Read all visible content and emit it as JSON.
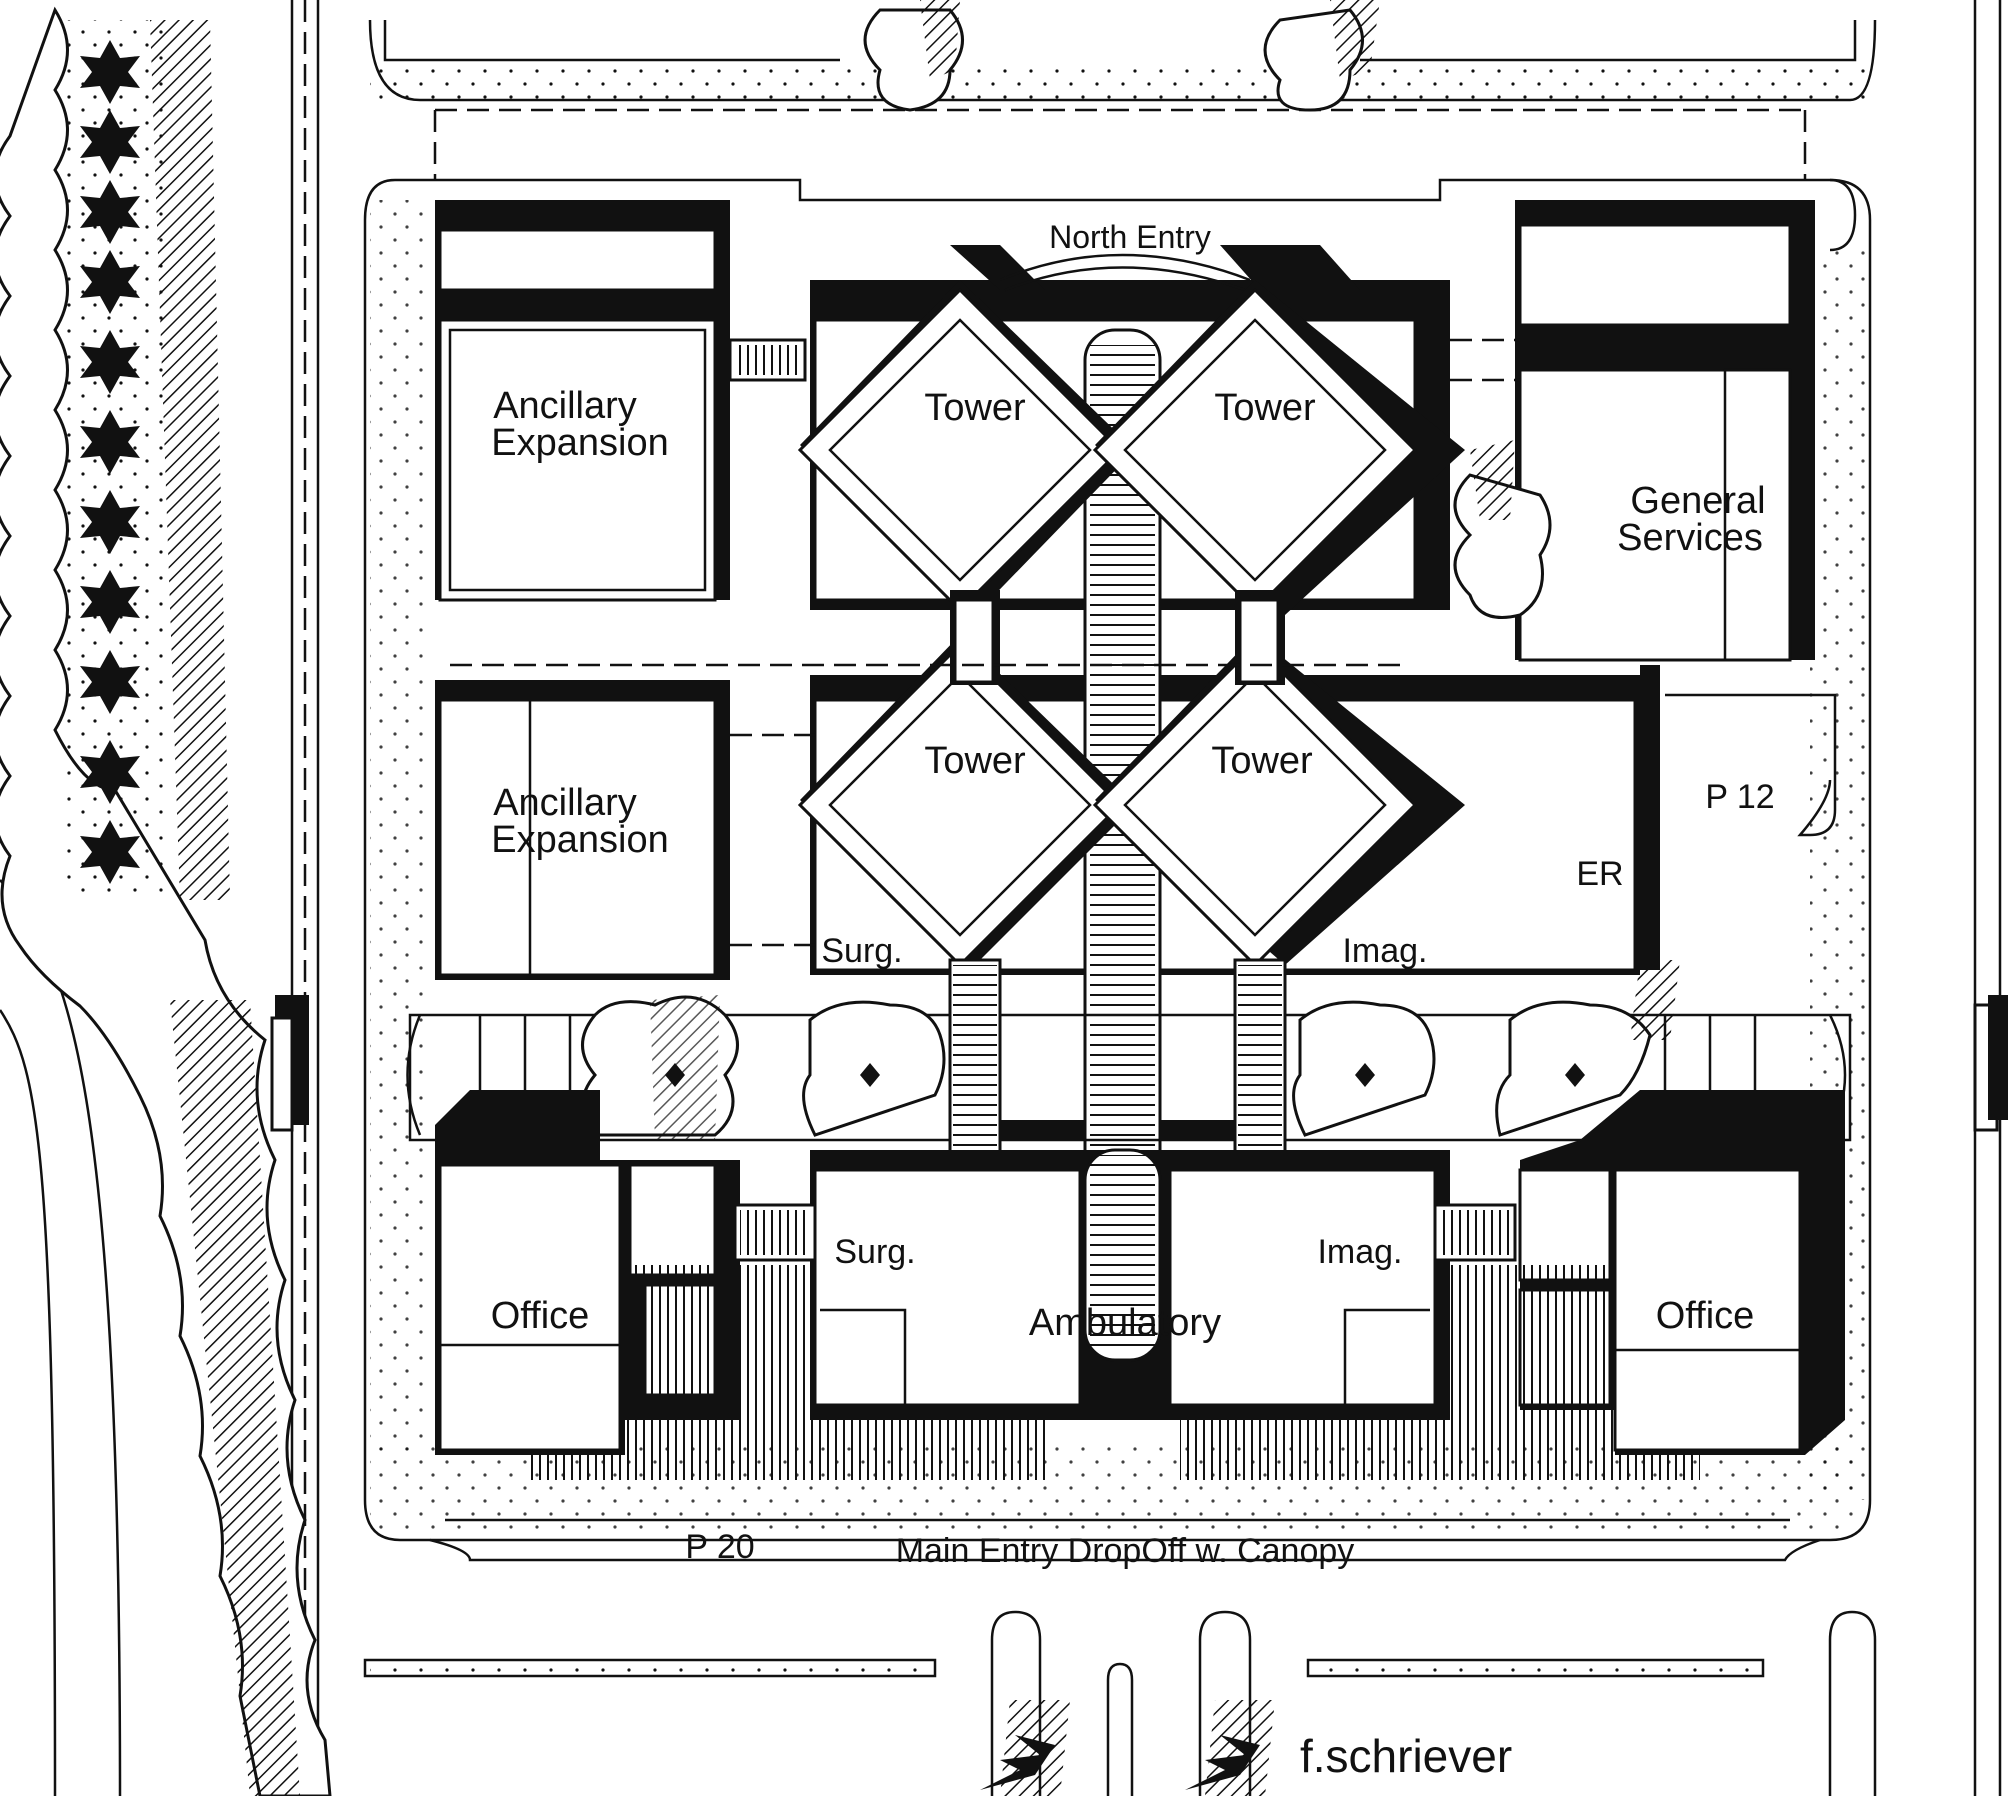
{
  "labels": {
    "north_entry": "North Entry",
    "tower": "Tower",
    "ancillary_line1": "Ancillary",
    "ancillary_line2": "Expansion",
    "general_line1": "General",
    "general_line2": "Services",
    "er": "ER",
    "p12": "P 12",
    "surg": "Surg.",
    "imag": "Imag.",
    "office": "Office",
    "ambulatory": "Ambulatory",
    "p20": "P 20",
    "main_entry": "Main Entry DropOff w. Canopy",
    "signature": "f.schriever"
  },
  "colors": {
    "ink": "#111111",
    "paper": "#ffffff"
  }
}
